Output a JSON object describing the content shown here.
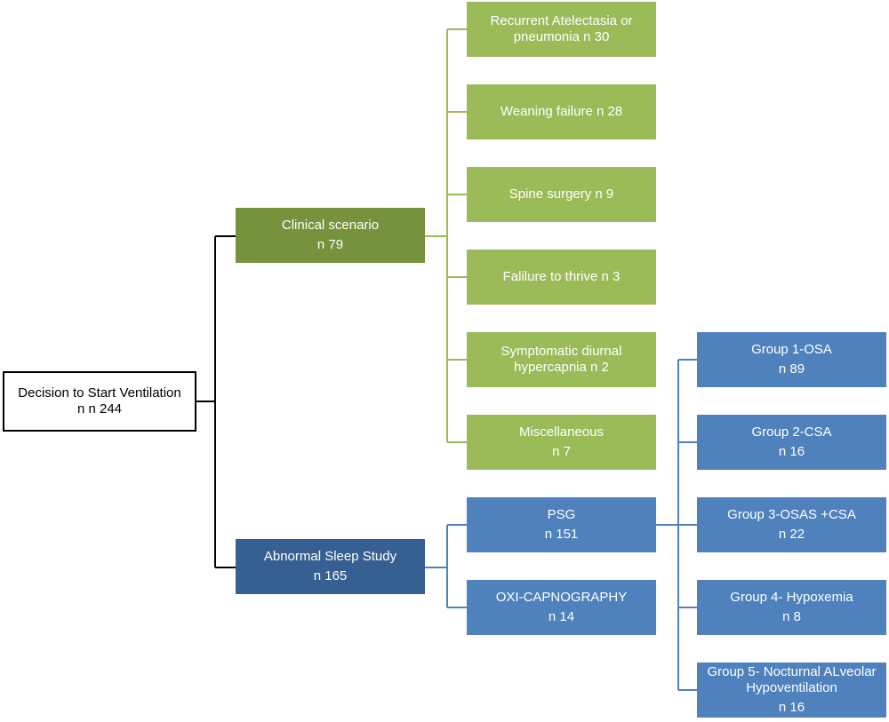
{
  "colors": {
    "dark_green": "#76923c",
    "light_green": "#9bbb59",
    "dark_blue": "#376092",
    "mid_blue": "#4f81bd",
    "black_line": "#000000"
  },
  "root": {
    "line1": "Decision to Start Ventilation",
    "line2": "n n 244"
  },
  "clinical": {
    "label": "Clinical  scenario",
    "count": "n 79",
    "items": [
      {
        "line1": "Recurrent Atelectasia  or",
        "line2": "pneumonia   n 30"
      },
      {
        "line1": "Weaning failure n 28"
      },
      {
        "line1": "Spine surgery n 9"
      },
      {
        "line1": "Falilure to thrive n 3"
      },
      {
        "line1": "Symptomatic  diurnal",
        "line2": "hypercapnia n 2"
      },
      {
        "line1": "Miscellaneous",
        "line2": "n 7"
      }
    ]
  },
  "sleep": {
    "label": "Abnormal Sleep Study",
    "count": "n 165",
    "methods": [
      {
        "label": "PSG",
        "count": "n 151"
      },
      {
        "label": "OXI-CAPNOGRAPHY",
        "count": "n 14"
      }
    ],
    "groups": [
      {
        "label": "Group 1-OSA",
        "count": "n 89"
      },
      {
        "label": "Group 2-CSA",
        "count": "n 16"
      },
      {
        "label": "Group 3-OSAS +CSA",
        "count": "n 22"
      },
      {
        "label": "Group 4- Hypoxemia",
        "count": "n 8"
      },
      {
        "label": "Group 5- Nocturnal ALveolar",
        "label2": "Hypoventilation",
        "count": "n 16"
      }
    ]
  }
}
